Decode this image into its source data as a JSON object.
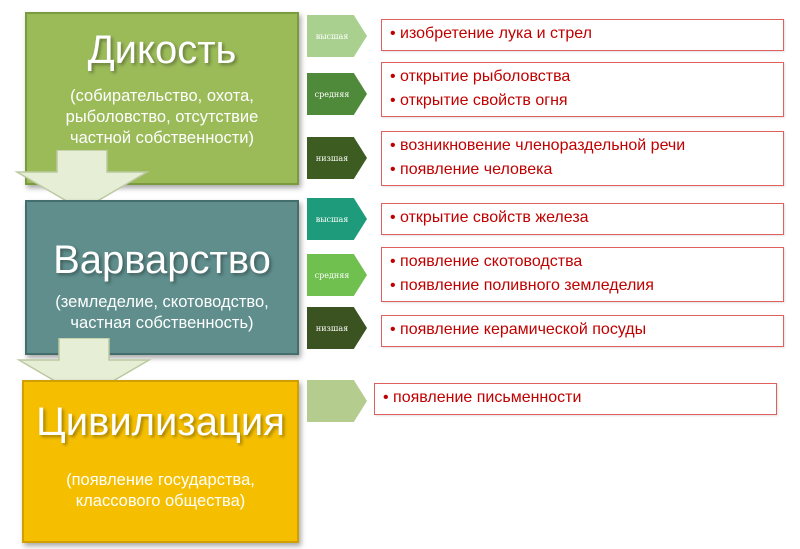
{
  "stages": {
    "wild": {
      "title": "Дикость",
      "desc": "(собирательство, охота,\nрыболовство, отсутствие\nчастной собственности)"
    },
    "barbarism": {
      "title": "Варварство",
      "desc": "(земледелие, скотоводство,\nчастная собственность)"
    },
    "civilization": {
      "title": "Цивилизация",
      "desc": "(появление государства,\nклассового общества)"
    }
  },
  "levels": {
    "wild_high": "высшая",
    "wild_mid": "средняя",
    "wild_low": "низшая",
    "barb_high": "высшая",
    "barb_mid": "средняя",
    "barb_low": "низшая"
  },
  "facts": {
    "wild_high": [
      "• изобретение лука и стрел"
    ],
    "wild_mid": [
      "• открытие рыболовства",
      "• открытие свойств огня"
    ],
    "wild_low": [
      "• возникновение членораздельной речи",
      "• появление человека"
    ],
    "barb_high": [
      "• открытие свойств железа"
    ],
    "barb_mid": [
      "• появление скотоводства",
      "• появление поливного земледелия"
    ],
    "barb_low": [
      "• появление керамической посуды"
    ],
    "civ": [
      "• появление письменности"
    ]
  },
  "colors": {
    "wild": "#9bbb59",
    "barbarism": "#5f8e8c",
    "civilization": "#f5bf00",
    "chevron_high_wild": "#a9d08e",
    "chevron_mid_wild": "#4f8a3a",
    "chevron_low_wild": "#3d5c21",
    "chevron_high_barb": "#1e9b7a",
    "chevron_mid_barb": "#6fc04f",
    "chevron_low_barb": "#3b5321",
    "chevron_civ": "#b4cc8e",
    "fact_text": "#c00000"
  }
}
